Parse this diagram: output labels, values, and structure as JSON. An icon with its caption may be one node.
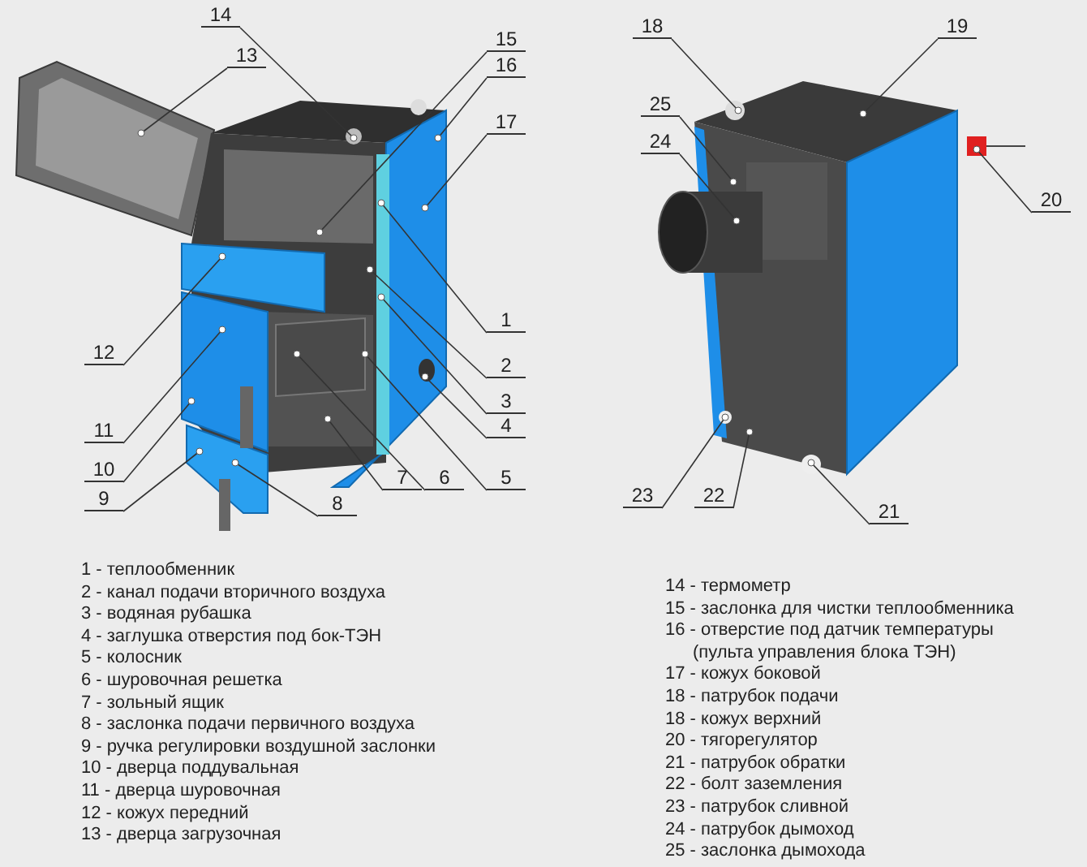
{
  "diagram": {
    "nodes": [
      {
        "text": [
          "1"
        ]
      },
      {
        "text": [
          "2"
        ]
      },
      {
        "text": [
          "3"
        ]
      },
      {
        "text": [
          "4"
        ]
      },
      {
        "text": [
          "5"
        ]
      },
      {
        "text": [
          "6"
        ]
      },
      {
        "text": [
          "7"
        ]
      },
      {
        "text": [
          "8"
        ]
      },
      {
        "text": [
          "9"
        ]
      },
      {
        "text": [
          "10"
        ]
      },
      {
        "text": [
          "11"
        ]
      },
      {
        "text": [
          "12"
        ]
      },
      {
        "text": [
          "13"
        ]
      },
      {
        "text": [
          "14"
        ]
      },
      {
        "text": [
          "15"
        ]
      },
      {
        "text": [
          "16"
        ]
      },
      {
        "text": [
          "17"
        ]
      },
      {
        "text": [
          "18"
        ]
      },
      {
        "text": [
          "19"
        ]
      },
      {
        "text": [
          "20"
        ]
      },
      {
        "text": [
          "21"
        ]
      },
      {
        "text": [
          "22"
        ]
      },
      {
        "text": [
          "23"
        ]
      },
      {
        "text": [
          "24"
        ]
      },
      {
        "text": [
          "25"
        ]
      }
    ],
    "edges": [
      {
        "from": 0,
        "to": null,
        "arrow": "other"
      },
      {
        "from": 1,
        "to": null,
        "arrow": "other"
      },
      {
        "from": 2,
        "to": null,
        "arrow": "other"
      },
      {
        "from": 3,
        "to": null,
        "arrow": "other"
      },
      {
        "from": 4,
        "to": null,
        "arrow": "other"
      },
      {
        "from": 5,
        "to": null,
        "arrow": "other"
      },
      {
        "from": 6,
        "to": null,
        "arrow": "other"
      },
      {
        "from": 7,
        "to": null,
        "arrow": "other"
      },
      {
        "from": 8,
        "to": null,
        "arrow": "other"
      },
      {
        "from": 9,
        "to": null,
        "arrow": "other"
      },
      {
        "from": 10,
        "to": null,
        "arrow": "other"
      },
      {
        "from": 11,
        "to": null,
        "arrow": "other"
      },
      {
        "from": 12,
        "to": null,
        "arrow": "other"
      },
      {
        "from": 13,
        "to": null,
        "arrow": "other"
      },
      {
        "from": 14,
        "to": null,
        "arrow": "other"
      },
      {
        "from": 15,
        "to": null,
        "arrow": "other"
      },
      {
        "from": 16,
        "to": null,
        "arrow": "other"
      },
      {
        "from": 17,
        "to": null,
        "arrow": "other"
      },
      {
        "from": 18,
        "to": null,
        "arrow": "other"
      },
      {
        "from": 19,
        "to": null,
        "arrow": "other"
      },
      {
        "from": 20,
        "to": null,
        "arrow": "other"
      },
      {
        "from": 21,
        "to": null,
        "arrow": "other"
      },
      {
        "from": 22,
        "to": null,
        "arrow": "other"
      },
      {
        "from": 23,
        "to": null,
        "arrow": "other"
      },
      {
        "from": 24,
        "to": null,
        "arrow": "other"
      }
    ],
    "labels": [
      "1 - теплообменник",
      "2 - канал подачи вторичного воздуха",
      "3 - водяная рубашка",
      "4 - заглушка отверстия под бок-ТЭН",
      "5 - колосник",
      "6 - шуровочная решетка",
      "7 - зольный ящик",
      "8 - заслонка подачи первичного воздуха",
      "9 - ручка регулировки воздушной заслонки",
      "10 - дверца поддувальная",
      "11 - дверца шуровочная",
      "12 - кожух передний",
      "13 - дверца загрузочная",
      "14 - термометр",
      "15 - заслонка для чистки теплообменника",
      "16 - отверстие под датчик температуры (пульта управления блока ТЭН)",
      "17 - кожух боковой",
      "18 - патрубок подачи",
      "18 - кожух верхний",
      "20 - тягорегулятор",
      "21 - патрубок обратки",
      "22 - болт заземления",
      "23 - патрубок сливной",
      "24 - патрубок дымоход",
      "25 - заслонка дымохода"
    ]
  }
}
